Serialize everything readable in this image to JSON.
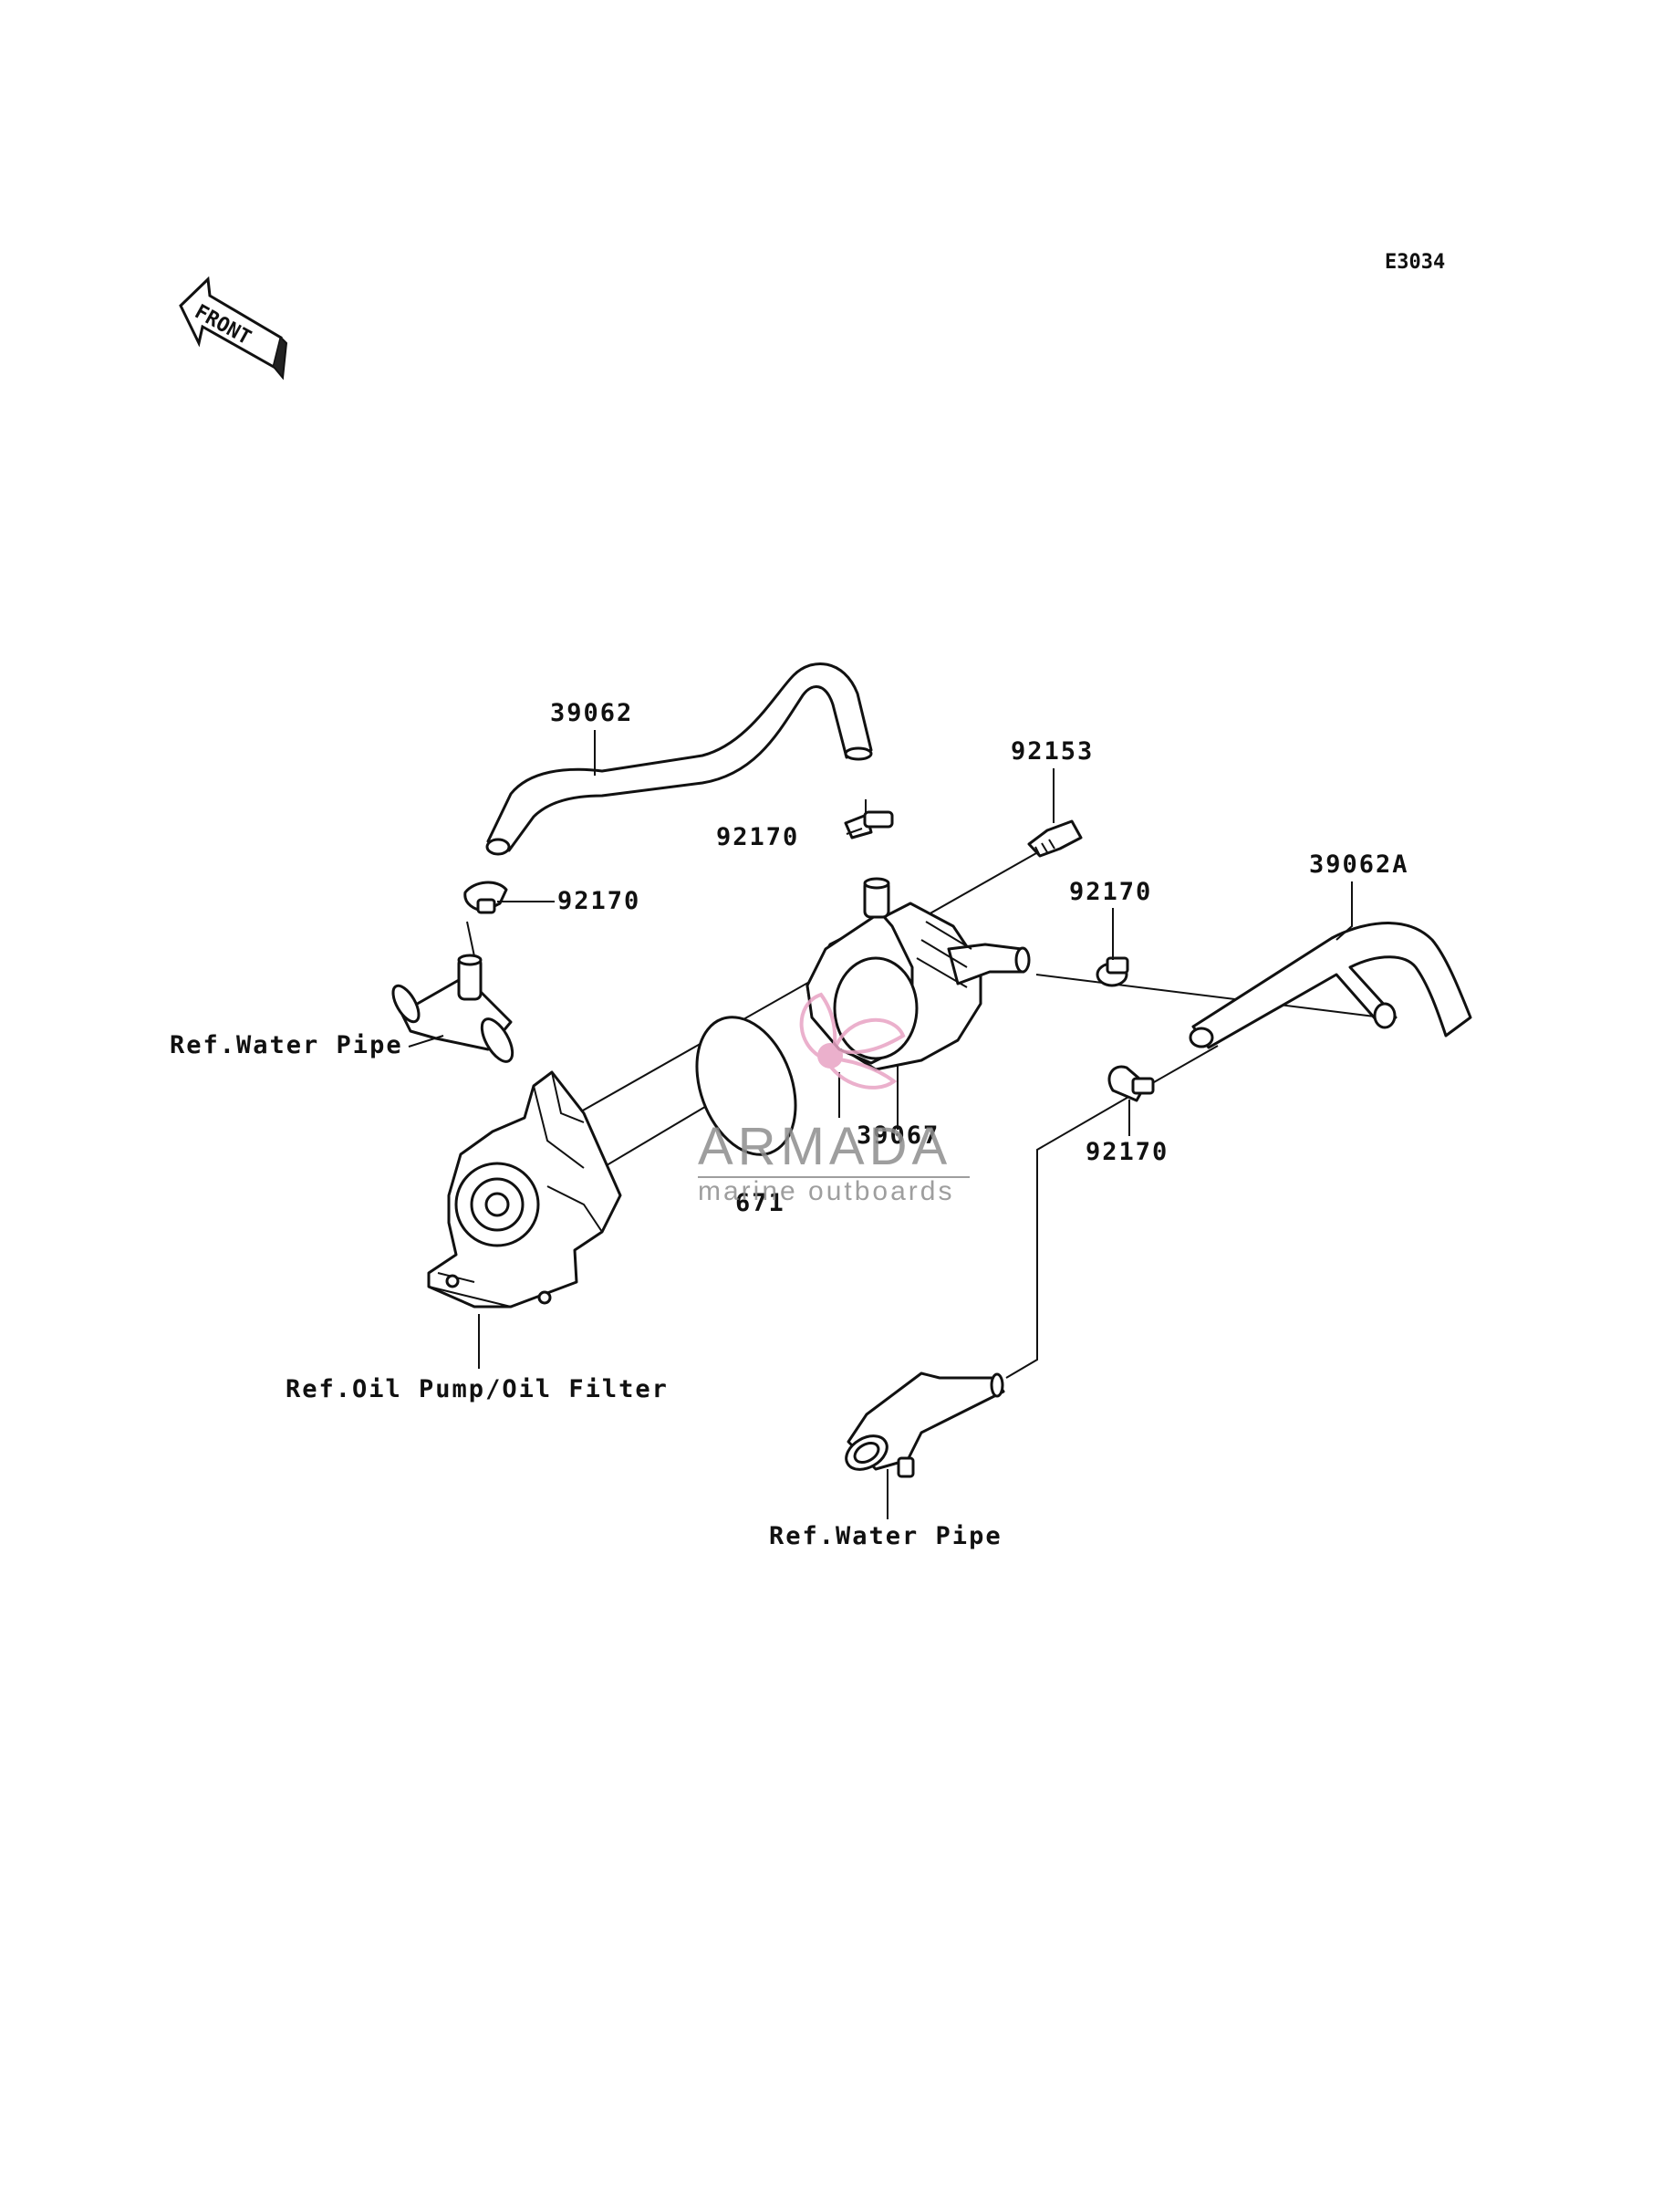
{
  "diagram_code": "E3034",
  "front_label": "FRONT",
  "labels": {
    "hose_upper": "39062",
    "hose_right": "39062A",
    "bolt": "92153",
    "clamp_left": "92170",
    "clamp_top": "92170",
    "clamp_right_upper": "92170",
    "clamp_right_lower": "92170",
    "oil_cooler": "39067",
    "o_ring": "671",
    "ref_water_pipe_upper": "Ref.Water Pipe",
    "ref_oil_pump": "Ref.Oil Pump/Oil Filter",
    "ref_water_pipe_lower": "Ref.Water Pipe"
  },
  "watermark": {
    "brand": "ARMADA",
    "tagline": "marine outboards",
    "accent_color": "#e8a3c4"
  }
}
